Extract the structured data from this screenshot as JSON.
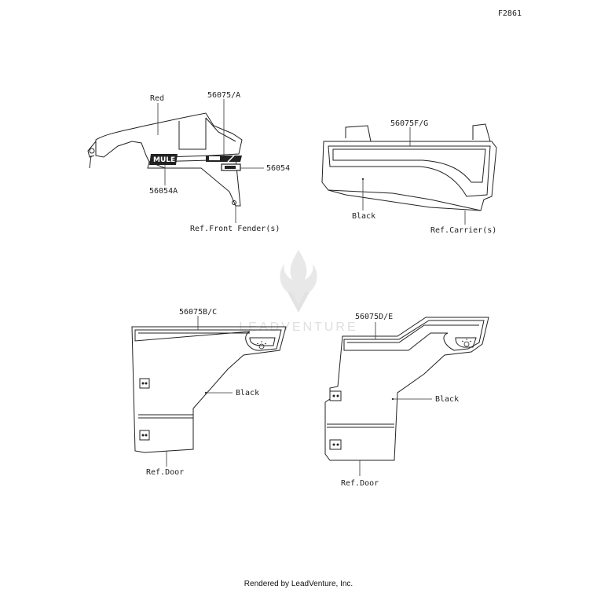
{
  "diagram_code": "F2861",
  "footer": "Rendered by LeadVenture, Inc.",
  "watermark": "LEADVENTURE",
  "fender_group": {
    "color_label": "Red",
    "part_a": "56075/A",
    "part_b": "56054",
    "part_c": "56054A",
    "ref": "Ref.Front Fender(s)",
    "logo_text": "MULE"
  },
  "carrier_group": {
    "part": "56075F/G",
    "color_label": "Black",
    "ref": "Ref.Carrier(s)"
  },
  "door_left_group": {
    "part": "56075B/C",
    "color_label": "Black",
    "ref": "Ref.Door"
  },
  "door_right_group": {
    "part": "56075D/E",
    "color_label": "Black",
    "ref": "Ref.Door"
  }
}
